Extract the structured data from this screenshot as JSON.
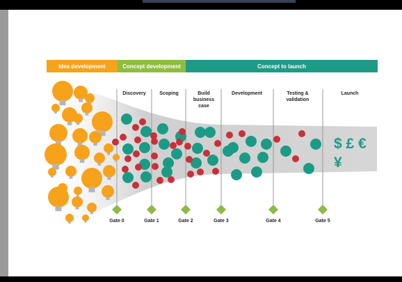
{
  "phases": [
    {
      "label": "Idea development",
      "color": "#f5a31a"
    },
    {
      "label": "Concept development",
      "color": "#8fbd3f"
    },
    {
      "label": "Concept to launch",
      "color": "#1e9b86"
    }
  ],
  "stages": [
    {
      "lines": [
        "Discovery"
      ]
    },
    {
      "lines": [
        "Scoping"
      ]
    },
    {
      "lines": [
        "Build",
        "business",
        "case"
      ]
    },
    {
      "lines": [
        "Development"
      ]
    },
    {
      "lines": [
        "Testing &",
        "validation"
      ]
    },
    {
      "lines": [
        "Launch"
      ]
    }
  ],
  "gates": [
    "Gate 0",
    "Gate 1",
    "Gate 2",
    "Gate 3",
    "Gate 4",
    "Gate 5"
  ],
  "currency": {
    "line1": "$ £ €",
    "line2": "¥"
  },
  "colors": {
    "bulb": "#f7a21b",
    "teal": "#1b9b86",
    "red": "#c8313a",
    "gate": "#8fb94b",
    "funnel": "#c9c9c9",
    "divider": "#9a9a9a"
  }
}
